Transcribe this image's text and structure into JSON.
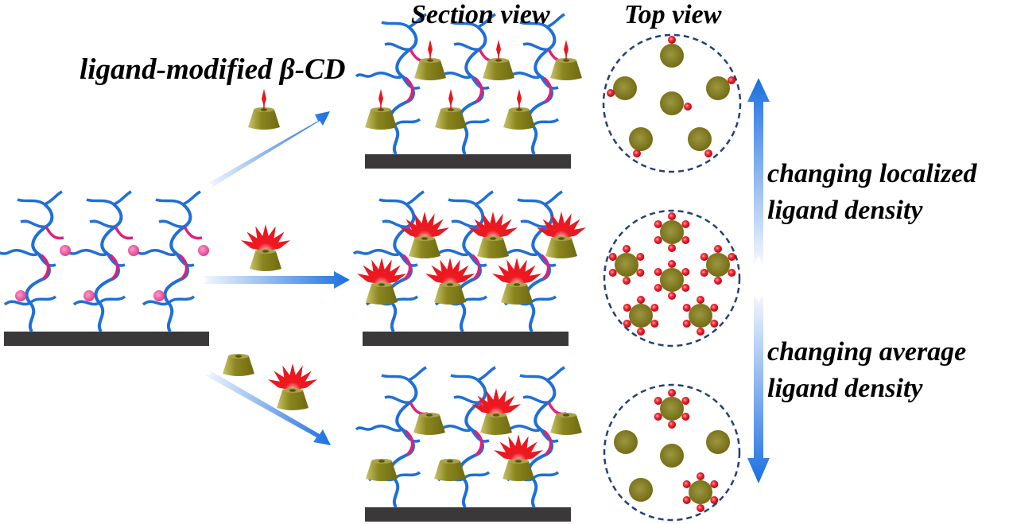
{
  "labels": {
    "ligand_modified": "ligand-modified β-CD",
    "section_view": "Section view",
    "top_view": "Top view",
    "localized_line1": "changing localized",
    "localized_line2": "ligand density",
    "average_line1": "changing average",
    "average_line2": "ligand density"
  },
  "colors": {
    "polymer_backbone": "#1f6fd8",
    "polymer_guest_segment": "#e0207a",
    "guest_bead": "#e8509a",
    "substrate": "#3a3838",
    "cyclodextrin": "#7f7a16",
    "ligand": "#e8141e",
    "arrow": "#1a6fe0",
    "dashed_circle": "#23407a"
  },
  "rows": [
    {
      "name": "low-localized-density",
      "cd_type": "single-ligand",
      "top_view_ligands_per_cd": [
        1,
        1,
        1,
        1,
        1,
        1
      ]
    },
    {
      "name": "high-localized-density",
      "cd_type": "multi-ligand",
      "top_view_ligands_per_cd": [
        6,
        6,
        6,
        6,
        6,
        6
      ]
    },
    {
      "name": "mixed-average-density",
      "cd_type": "mixed",
      "top_view_ligands_per_cd": [
        6,
        0,
        0,
        0,
        0,
        6
      ]
    }
  ]
}
